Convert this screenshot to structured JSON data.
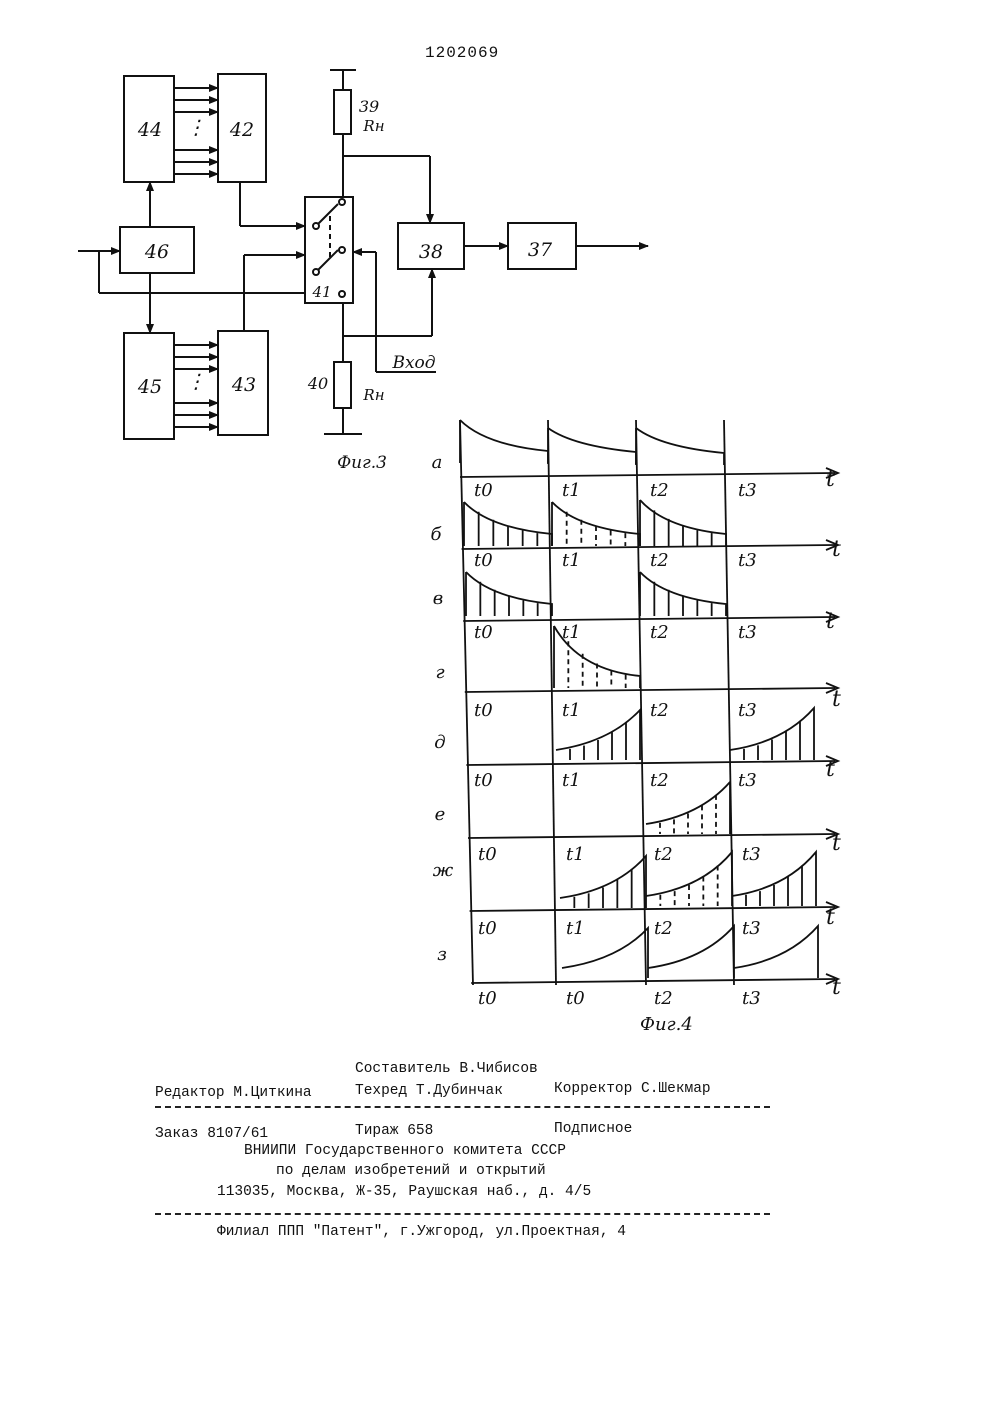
{
  "patent_number": "1202069",
  "fig3": {
    "caption": "Фиг.3",
    "blocks": {
      "b44": "44",
      "b42": "42",
      "b46": "46",
      "b45": "45",
      "b43": "43",
      "b38": "38",
      "b37": "37",
      "b41": "41"
    },
    "resistors": {
      "r39_num": "39",
      "r39_val": "Rн",
      "r40_num": "40",
      "r40_val": "Rн"
    },
    "input_label": "Вход",
    "dots": "⋮"
  },
  "fig4": {
    "caption": "Фиг.4",
    "row_labels": [
      "а",
      "б",
      "в",
      "г",
      "д",
      "е",
      "ж",
      "з"
    ],
    "axis_label": "t",
    "time_labels": [
      [
        "t0",
        "t1",
        "t2",
        "t3"
      ],
      [
        "t0",
        "t1",
        "t2",
        "t3"
      ],
      [
        "t0",
        "t1",
        "t2",
        "t3"
      ],
      [
        "t0",
        "t1",
        "t2",
        "t3"
      ],
      [
        "t0",
        "t1",
        "t2",
        "t3"
      ],
      [
        "t0",
        "t1",
        "t2",
        "t3"
      ],
      [
        "t0",
        "t1",
        "t2",
        "t3"
      ],
      [
        "t0",
        "t0",
        "t2",
        "t3"
      ]
    ]
  },
  "imprint": {
    "compiler": "Составитель В.Чибисов",
    "editor": "Редактор М.Циткина",
    "techred": "Техред Т.Дубинчак",
    "corrector": "Корректор С.Шекмар",
    "order": "Заказ 8107/61",
    "circulation": "Тираж 658",
    "subscription": "Подписное",
    "org1": "ВНИИПИ Государственного комитета СССР",
    "org2": "по делам изобретений и открытий",
    "address": "113035, Москва, Ж-35, Раушская наб., д. 4/5",
    "branch": "Филиал ППП \"Патент\", г.Ужгород, ул.Проектная, 4"
  }
}
